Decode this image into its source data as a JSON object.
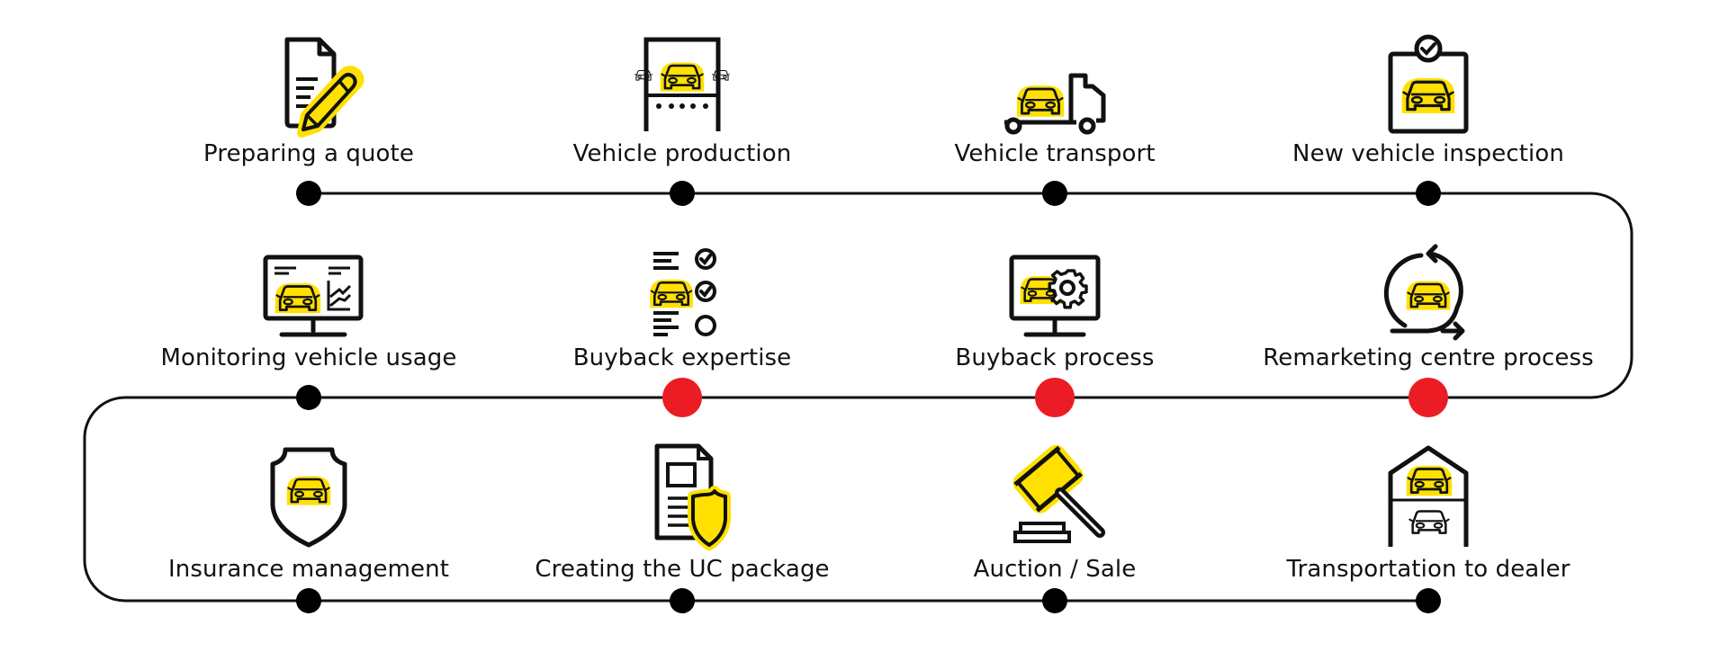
{
  "diagram": {
    "type": "process-timeline",
    "colors": {
      "line": "#111111",
      "dot_default": "#000000",
      "dot_highlight": "#ec1c24",
      "accent_yellow": "#ffe000"
    },
    "rows": [
      {
        "direction": "left-to-right",
        "steps": [
          {
            "label": "Preparing a quote",
            "icon": "document-pencil-icon",
            "highlighted": false
          },
          {
            "label": "Vehicle production",
            "icon": "production-line-car-icon",
            "highlighted": false
          },
          {
            "label": "Vehicle transport",
            "icon": "car-transporter-truck-icon",
            "highlighted": false
          },
          {
            "label": "New vehicle inspection",
            "icon": "clipboard-check-car-icon",
            "highlighted": false
          }
        ]
      },
      {
        "direction": "right-to-left",
        "steps": [
          {
            "label": "Remarketing centre process",
            "icon": "cycle-arrows-car-icon",
            "highlighted": true
          },
          {
            "label": "Buyback process",
            "icon": "monitor-car-gear-icon",
            "highlighted": true
          },
          {
            "label": "Buyback expertise",
            "icon": "checklist-car-icon",
            "highlighted": true
          },
          {
            "label": "Monitoring vehicle usage",
            "icon": "monitor-car-chart-icon",
            "highlighted": false
          }
        ]
      },
      {
        "direction": "left-to-right",
        "steps": [
          {
            "label": "Insurance management",
            "icon": "shield-car-icon",
            "highlighted": false
          },
          {
            "label": "Creating the UC package",
            "icon": "document-shield-icon",
            "highlighted": false
          },
          {
            "label": "Auction / Sale",
            "icon": "gavel-icon",
            "highlighted": false
          },
          {
            "label": "Transportation to dealer",
            "icon": "garage-cars-icon",
            "highlighted": false
          }
        ]
      }
    ]
  }
}
